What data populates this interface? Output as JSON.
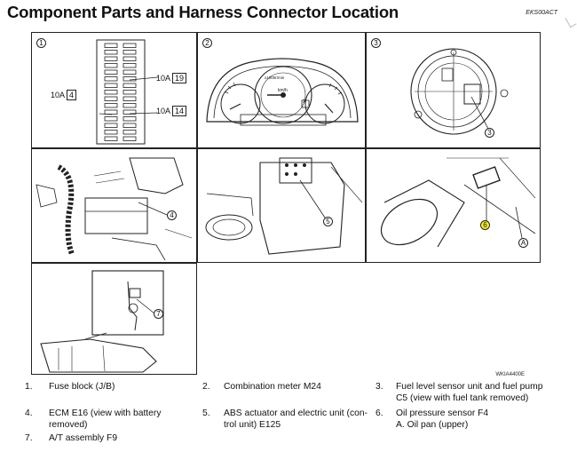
{
  "header": {
    "title": "Component Parts and Harness Connector Location",
    "code": "EKS00ACT"
  },
  "figure": {
    "code": "WKIA4400E",
    "panels": [
      {
        "badge": "1"
      },
      {
        "badge": "2"
      },
      {
        "badge": "3"
      }
    ],
    "fuses": [
      {
        "rating": "10A",
        "number": "19"
      },
      {
        "rating": "10A",
        "number": "4"
      },
      {
        "rating": "10A",
        "number": "14"
      }
    ],
    "callouts": [
      "3",
      "4",
      "5",
      "6",
      "A",
      "7"
    ],
    "meter": {
      "rpm_text": "x1000r/min",
      "kmh_text": "km/h",
      "x_text": "X"
    }
  },
  "legend": [
    {
      "num": "1.",
      "lines": [
        "Fuse block (J/B)"
      ]
    },
    {
      "num": "2.",
      "lines": [
        "Combination meter M24"
      ]
    },
    {
      "num": "3.",
      "lines": [
        "Fuel level sensor unit and fuel pump",
        "C5 (view with fuel tank removed)"
      ]
    },
    {
      "num": "4.",
      "lines": [
        "ECM E16 (view with battery",
        "removed)"
      ]
    },
    {
      "num": "5.",
      "lines": [
        "ABS actuator and electric unit (con-",
        "trol unit) E125"
      ]
    },
    {
      "num": "6.",
      "lines": [
        "Oil pressure sensor F4",
        "A. Oil pan (upper)"
      ]
    },
    {
      "num": "7.",
      "lines": [
        "A/T assembly F9"
      ]
    }
  ]
}
